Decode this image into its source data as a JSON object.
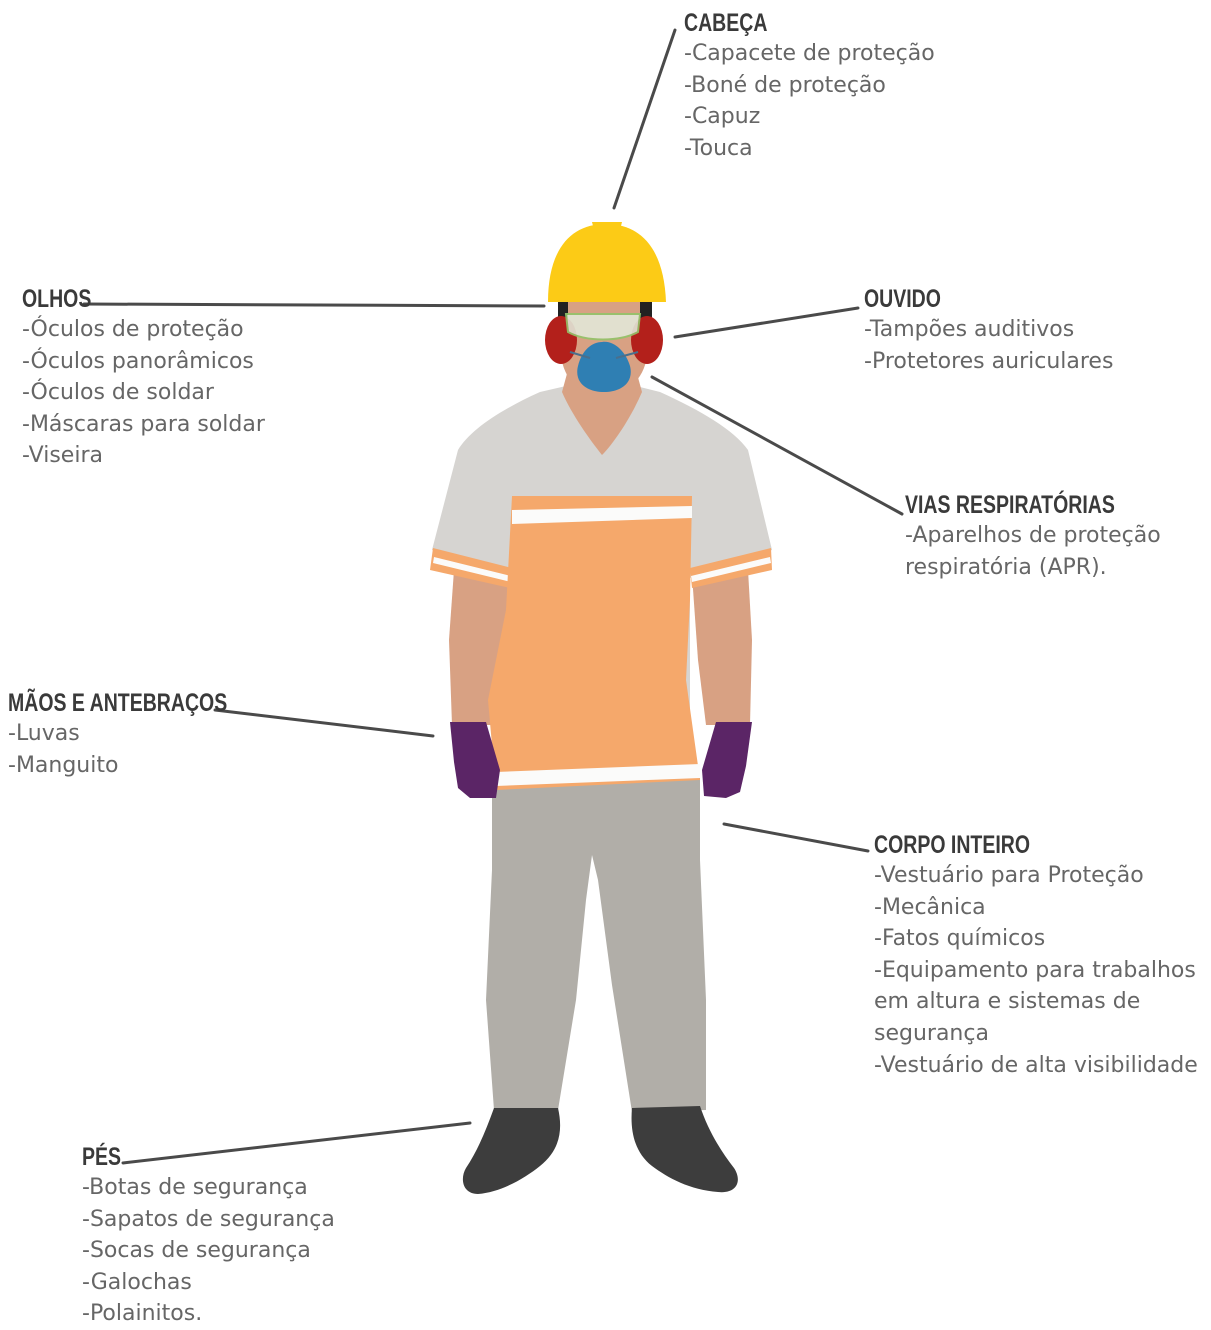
{
  "categories": {
    "cabeca": {
      "title": "CABEÇA",
      "items": [
        "-Capacete de proteção",
        "-Boné de proteção",
        "-Capuz",
        "-Touca"
      ]
    },
    "olhos": {
      "title": "OLHOS",
      "items": [
        "-Óculos de proteção",
        "-Óculos panorâmicos",
        "-Óculos de soldar",
        "-Máscaras para soldar",
        "-Viseira"
      ]
    },
    "ouvido": {
      "title": "OUVIDO",
      "items": [
        "-Tampões auditivos",
        "-Protetores auriculares"
      ]
    },
    "vias": {
      "title": "VIAS RESPIRATÓRIAS",
      "items": [
        "-Aparelhos de proteção",
        "respiratória (APR)."
      ]
    },
    "maos": {
      "title": "MÃOS E ANTEBRAÇOS",
      "items": [
        "-Luvas",
        "-Manguito"
      ]
    },
    "corpo": {
      "title": "CORPO INTEIRO",
      "items": [
        "-Vestuário para Proteção",
        "-Mecânica",
        "-Fatos químicos",
        "-Equipamento para trabalhos",
        "em altura e sistemas de",
        "segurança",
        "-Vestuário de alta visibilidade"
      ]
    },
    "pes": {
      "title": "PÉS",
      "items": [
        "-Botas de segurança",
        "-Sapatos de segurança",
        "-Socas de segurança",
        "-Galochas",
        "-Polainitos."
      ]
    }
  },
  "colors": {
    "helmet": "#fccb16",
    "earmuffs": "#b3201b",
    "respirator": "#2f7fb3",
    "skin": "#d8a183",
    "shirt": "#d6d4d1",
    "vest": "#f5a86b",
    "reflective_stripe": "#fbfbfa",
    "gloves": "#5b2566",
    "pants": "#b1aea8",
    "boots": "#3d3d3d",
    "leader_line": "#4a4a4a",
    "title_text": "#3a3a3a",
    "item_text": "#666666"
  },
  "icons": [
    "worker-figure-illustration",
    "helmet-icon",
    "goggles-icon",
    "earmuffs-icon",
    "respirator-mask-icon",
    "gloves-icon",
    "boots-icon"
  ]
}
